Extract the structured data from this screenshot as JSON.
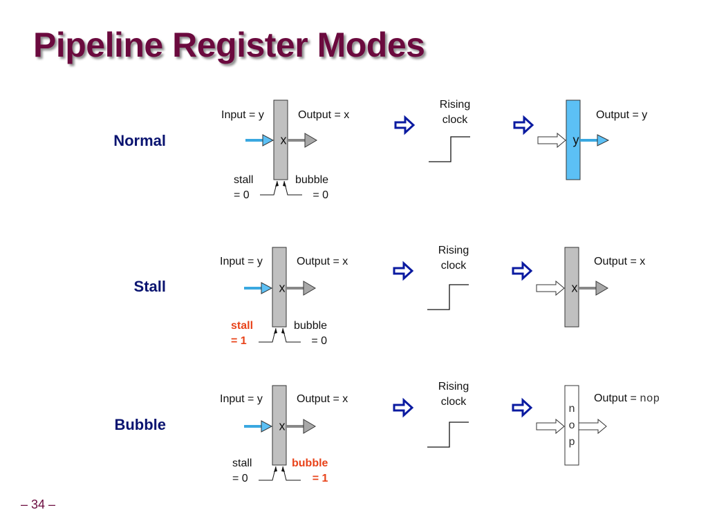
{
  "title": "Pipeline Register Modes",
  "page_number": "– 34 –",
  "colors": {
    "title": "#6b0a3e",
    "mode_label": "#0a1470",
    "highlight": "#e8431a",
    "register_gray": "#c0c0c0",
    "register_blue": "#5cc0f5",
    "transition_arrow": "#0a1aa0"
  },
  "rising_clock_label": [
    "Rising",
    "clock"
  ],
  "modes": {
    "normal": {
      "label": "Normal",
      "before": {
        "input": "Input = y",
        "output": "Output = x",
        "value": "x",
        "stall": [
          "stall",
          "= 0"
        ],
        "bubble": [
          "bubble",
          "= 0"
        ]
      },
      "after": {
        "output_prefix": "Output = ",
        "output_value": "y",
        "value": "y"
      }
    },
    "stall": {
      "label": "Stall",
      "before": {
        "input": "Input = y",
        "output": "Output = x",
        "value": "x",
        "stall": [
          "stall",
          "= 1"
        ],
        "bubble": [
          "bubble",
          "= 0"
        ]
      },
      "after": {
        "output_prefix": "Output = ",
        "output_value": "x",
        "value": "x"
      }
    },
    "bubble": {
      "label": "Bubble",
      "before": {
        "input": "Input = y",
        "output": "Output = x",
        "value": "x",
        "stall": [
          "stall",
          "= 0"
        ],
        "bubble": [
          "bubble",
          "= 1"
        ]
      },
      "after": {
        "output_prefix": "Output = ",
        "output_value": "nop",
        "value_chars": [
          "n",
          "o",
          "p"
        ]
      }
    }
  }
}
